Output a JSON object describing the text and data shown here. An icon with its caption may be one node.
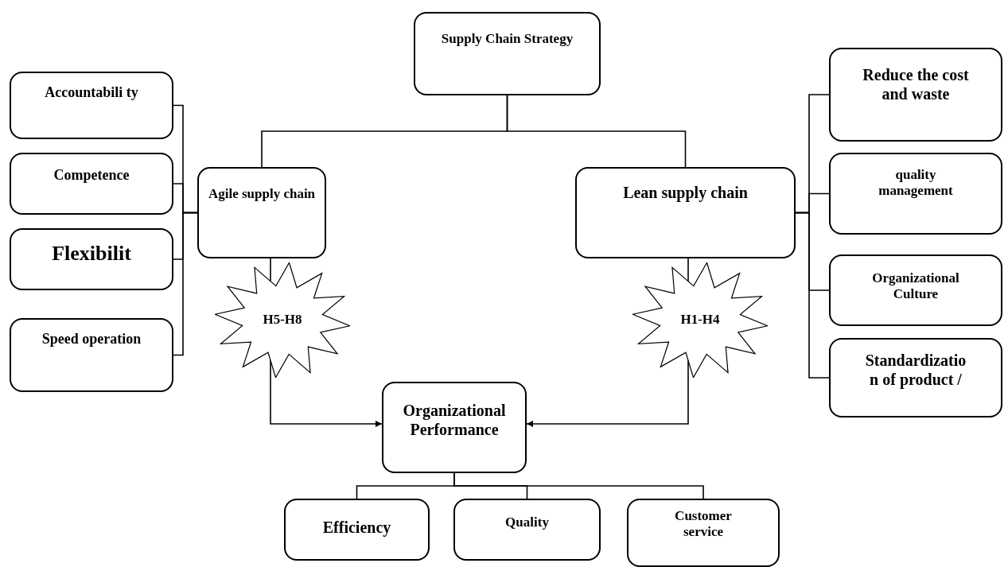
{
  "diagram": {
    "nodes": [
      {
        "text": [
          "Supply Chain Strategy"
        ]
      },
      {
        "text": [
          "Agile supply chain"
        ]
      },
      {
        "text": [
          "Lean supply chain"
        ]
      },
      {
        "text": [
          "Accountabili ty"
        ]
      },
      {
        "text": [
          "Competence"
        ]
      },
      {
        "text": [
          "Flexibilit"
        ]
      },
      {
        "text": [
          "Speed operation"
        ]
      },
      {
        "text": [
          "Reduce the cost and waste"
        ]
      },
      {
        "text": [
          "quality management"
        ]
      },
      {
        "text": [
          "Organizational Culture"
        ]
      },
      {
        "text": [
          "Standardizatio n of product /"
        ]
      },
      {
        "text": [
          "H5-H8"
        ]
      },
      {
        "text": [
          "H1-H4"
        ]
      },
      {
        "text": [
          "Organizational Performance"
        ]
      },
      {
        "text": [
          "Efficiency"
        ]
      },
      {
        "text": [
          "Quality"
        ]
      },
      {
        "text": [
          "Customer service"
        ]
      }
    ],
    "edges": [
      {
        "from": 0,
        "to": 1,
        "arrow": "none"
      },
      {
        "from": 0,
        "to": 2,
        "arrow": "none"
      },
      {
        "from": 1,
        "to": 3,
        "arrow": "none"
      },
      {
        "from": 1,
        "to": 4,
        "arrow": "none"
      },
      {
        "from": 1,
        "to": 5,
        "arrow": "none"
      },
      {
        "from": 1,
        "to": 6,
        "arrow": "none"
      },
      {
        "from": 2,
        "to": 7,
        "arrow": "none"
      },
      {
        "from": 2,
        "to": 8,
        "arrow": "none"
      },
      {
        "from": 2,
        "to": 9,
        "arrow": "none"
      },
      {
        "from": 2,
        "to": 10,
        "arrow": "none"
      },
      {
        "from": 1,
        "to": 11,
        "arrow": "none"
      },
      {
        "from": 11,
        "to": 13,
        "arrow": "to"
      },
      {
        "from": 2,
        "to": 12,
        "arrow": "none"
      },
      {
        "from": 12,
        "to": 13,
        "arrow": "to"
      },
      {
        "from": 13,
        "to": 14,
        "arrow": "none"
      },
      {
        "from": 13,
        "to": 15,
        "arrow": "none"
      },
      {
        "from": 13,
        "to": 16,
        "arrow": "none"
      }
    ]
  }
}
